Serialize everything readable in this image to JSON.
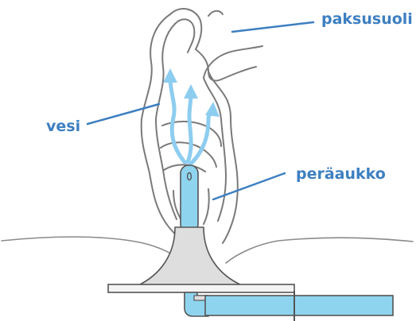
{
  "labels": {
    "colon": "paksusuoli",
    "water": "vesi",
    "anus": "peräaukko"
  },
  "colors": {
    "label_text": "#3d7fc1",
    "leader_line": "#3d7fc1",
    "arrow": "#8dcdf0",
    "irrigation_tube": "#8fd4ee",
    "cone_fill": "#dedede",
    "outline": "#555555",
    "body_outline": "#8a8a8a"
  }
}
